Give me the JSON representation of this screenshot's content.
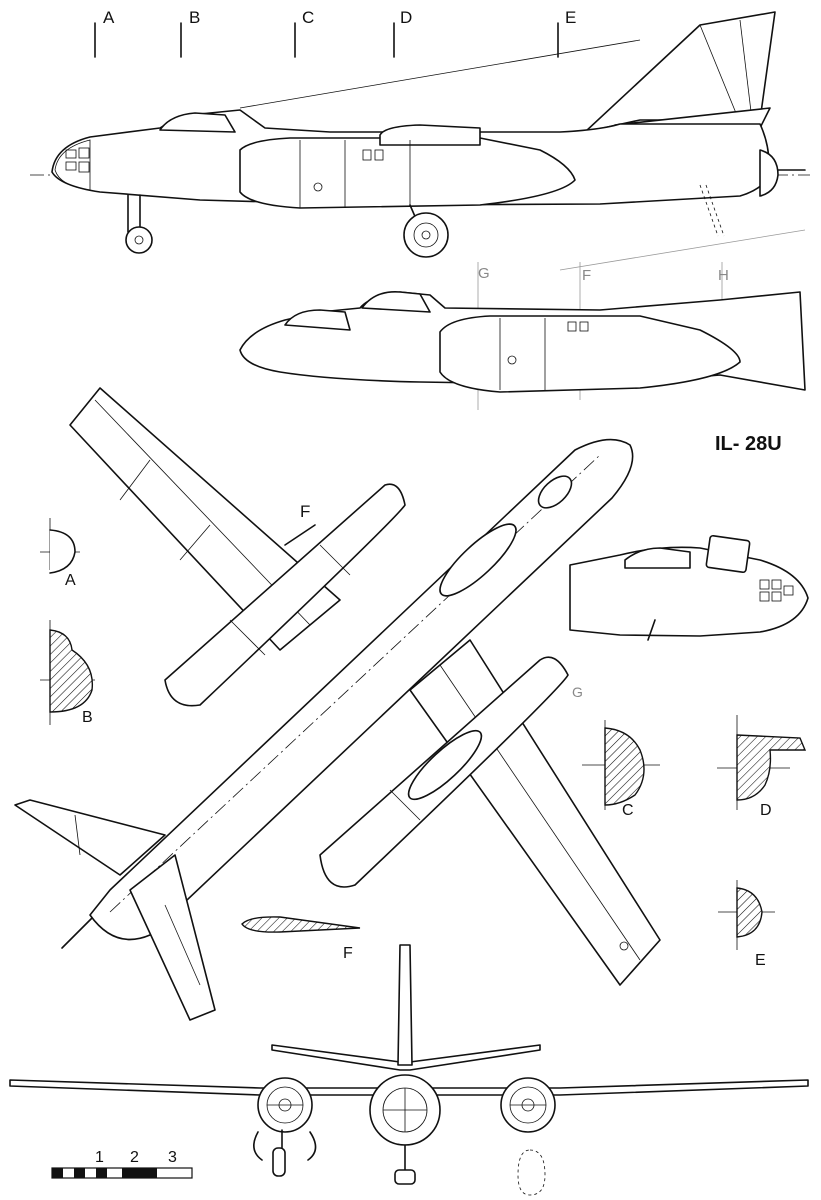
{
  "title": "IL- 28U",
  "stations_side": [
    "A",
    "B",
    "C",
    "D",
    "E"
  ],
  "stations_trainer": [
    "G",
    "F",
    "H"
  ],
  "section_labels": {
    "a": "A",
    "b": "B",
    "c": "C",
    "d": "D",
    "e": "E",
    "f_top": "F",
    "f_airfoil": "F",
    "g_plan": "G"
  },
  "scale": [
    "1",
    "2",
    "3"
  ]
}
